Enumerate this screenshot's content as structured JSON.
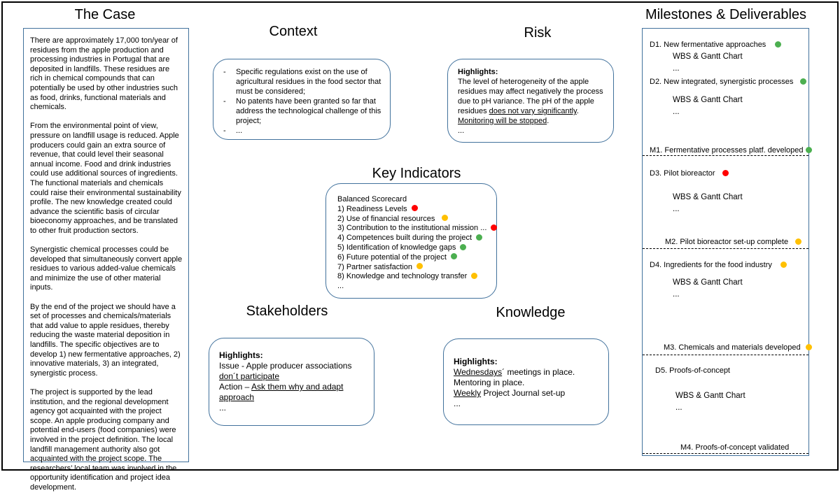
{
  "case": {
    "title": "The Case",
    "paragraphs": [
      "There are approximately 17,000 ton/year of residues from the apple production and processing industries in Portugal that are deposited in landfills. These residues are rich in chemical compounds that can potentially be used by other industries such as food, drinks, functional materials and chemicals.",
      "From the environmental point of view, pressure on landfill usage is reduced. Apple producers could gain an extra source of revenue, that could level their seasonal annual income. Food and drink industries could use additional sources of ingredients. The functional materials and chemicals could raise their environmental sustainability profile. The new knowledge created could advance the scientific basis of circular bioeconomy approaches, and be translated to other fruit production sectors.",
      "Synergistic chemical processes could be developed that simultaneously convert apple residues to various added-value chemicals and minimize the use of other material inputs.",
      "By the end of the project we should have a set of processes and chemicals/materials that add value to apple residues, thereby reducing the waste material deposition in landfills. The specific objectives are to develop 1) new fermentative approaches, 2) innovative materials, 3) an integrated, synergistic process.",
      "The project is supported by the lead institution, and the regional development agency got acquainted with the project scope. An apple producing company and potential end-users (food companies) were involved in the project definition. The local landfill management authority also got acquainted with the project scope. The researchers’ local team was involved in the opportunity identification and project idea development."
    ]
  },
  "context": {
    "title": "Context",
    "items": [
      "Specific regulations exist on the use of agricultural residues in the food sector that must be considered;",
      "No patents have been granted so far that address the technological challenge of this project;",
      "..."
    ]
  },
  "risk": {
    "title": "Risk",
    "highlights_label": "Highlights:",
    "text_before": "The level of heterogeneity of the apple residues may affect negatively the process due to pH variance. The pH of the apple residues ",
    "underline1": "does not vary significantly",
    "mid": ". ",
    "underline2": "Monitoring will be stopped",
    "end": ".",
    "ellipsis": "..."
  },
  "key_indicators": {
    "title": "Key Indicators",
    "header": "Balanced Scorecard",
    "items": [
      {
        "label": "1) Readiness Levels",
        "status": "red"
      },
      {
        "label": "2) Use of financial resources",
        "status": "yellow"
      },
      {
        "label": "3) Contribution to the institutional mission ...",
        "status": "red"
      },
      {
        "label": "4) Competences built during the project",
        "status": "green"
      },
      {
        "label": "5) Identification of knowledge gaps",
        "status": "green"
      },
      {
        "label": "6) Future potential of the project",
        "status": "green"
      },
      {
        "label": "7) Partner satisfaction",
        "status": "yellow"
      },
      {
        "label": "8) Knowledge and technology transfer",
        "status": "yellow"
      }
    ],
    "ellipsis": "..."
  },
  "stakeholders": {
    "title": "Stakeholders",
    "highlights_label": "Highlights:",
    "issue_prefix": "Issue - Apple producer associations ",
    "issue_underline": "don´t participate",
    "action_prefix": "Action – ",
    "action_underline": "Ask them why and adapt approach",
    "ellipsis": "..."
  },
  "knowledge": {
    "title": "Knowledge",
    "highlights_label": "Highlights:",
    "line1_underline": "Wednesdays",
    "line1_rest": "´ meetings in place.",
    "line2": "Mentoring in place.",
    "line3_underline": "Weekly",
    "line3_rest": " Project Journal set-up",
    "ellipsis": "..."
  },
  "milestones": {
    "title": "Milestones & Deliverables",
    "d1": "D1. New fermentative approaches",
    "d1_status": "green",
    "d1_sub": "WBS & Gantt Chart",
    "d1_more": "...",
    "d2": "D2. New integrated, synergistic processes",
    "d2_status": "green",
    "d2_sub": "WBS & Gantt Chart",
    "d2_more": "...",
    "m1": "M1. Fermentative processes platf. developed",
    "m1_status": "green",
    "d3": "D3. Pilot bioreactor",
    "d3_status": "red",
    "d3_sub": "WBS & Gantt Chart",
    "d3_more": "...",
    "m2": "M2. Pilot bioreactor set-up complete",
    "m2_status": "yellow",
    "d4": "D4. Ingredients for the food industry",
    "d4_status": "yellow",
    "d4_sub": "WBS & Gantt Chart",
    "d4_more": "...",
    "m3": "M3. Chemicals and materials developed",
    "m3_status": "yellow",
    "d5": "D5. Proofs-of-concept",
    "d5_sub": "WBS & Gantt Chart",
    "d5_more": "...",
    "m4": "M4. Proofs-of-concept validated"
  },
  "colors": {
    "green": "#4CAF50",
    "red": "#FF0000",
    "yellow": "#FFC000",
    "box_border": "#41719C"
  }
}
